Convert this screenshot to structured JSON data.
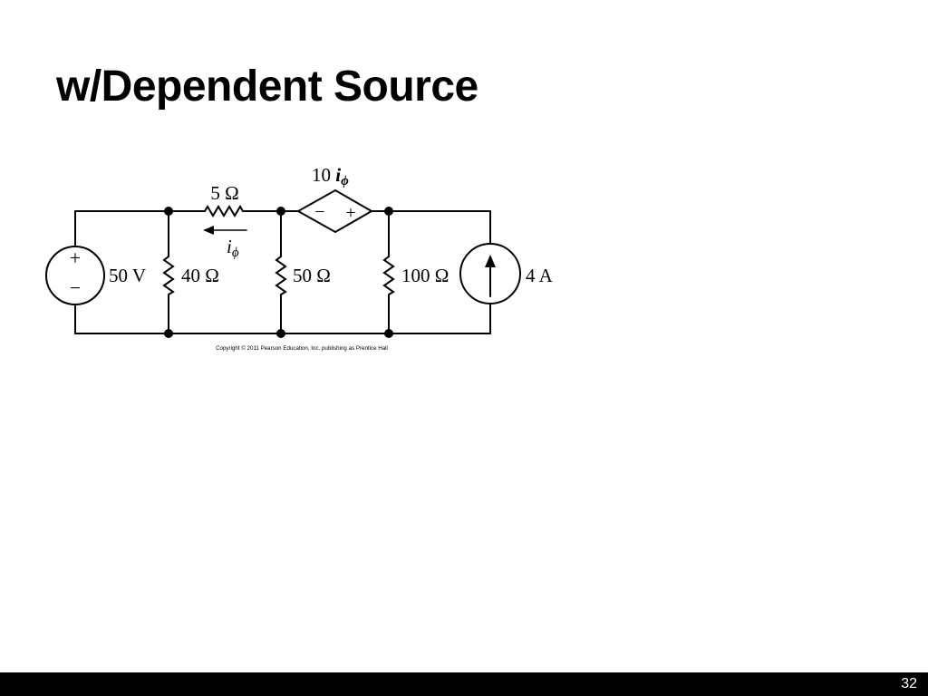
{
  "slide": {
    "title": "w/Dependent Source",
    "page_number": "32"
  },
  "circuit": {
    "voltage_source": {
      "label": "50 V",
      "plus": "+",
      "minus": "−"
    },
    "resistor_5": {
      "label": "5 Ω"
    },
    "current_label": {
      "main": "i",
      "sub": "ϕ"
    },
    "resistor_40": {
      "label": "40 Ω"
    },
    "resistor_50": {
      "label": "50 Ω"
    },
    "dependent_source": {
      "label_coef": "10 ",
      "label_var": "i",
      "label_sub": "ϕ",
      "minus": "−",
      "plus": "+"
    },
    "resistor_100": {
      "label": "100 Ω"
    },
    "current_source": {
      "label": "4 A"
    },
    "copyright": "Copyright © 2011 Pearson Education, Inc. publishing as Prentice Hall"
  },
  "colors": {
    "background": "#ffffff",
    "ink": "#000000",
    "footer": "#000000",
    "footer_text": "#ffffff"
  }
}
